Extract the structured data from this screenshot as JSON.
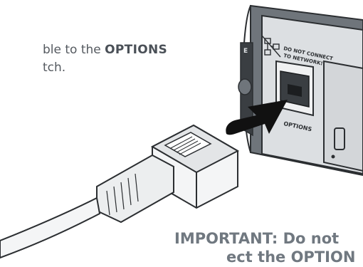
{
  "instruction": {
    "prefix": "ble to the",
    "emphasis": "OPTIONS",
    "line2": "tch."
  },
  "device": {
    "warning_line1": "DO NOT CONNECT",
    "warning_line2": "TO NETWORK!",
    "port_label": "OPTIONS",
    "side_label": "E"
  },
  "important_note": {
    "line1": "IMPORTANT: Do not",
    "line2_partial": "ect the OPTION"
  },
  "colors": {
    "body_text": "#555a60",
    "important_text": "#707880",
    "arrow": "#111111",
    "device_panel": "#dcdfe2",
    "device_shadow": "#6f757b"
  }
}
